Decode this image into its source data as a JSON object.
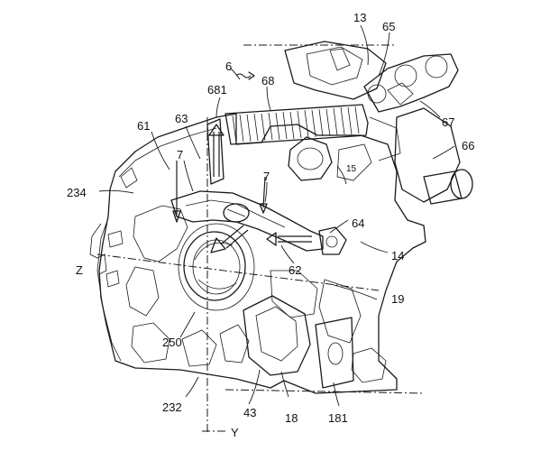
{
  "reference_numerals": {
    "n13": "13",
    "n65": "65",
    "n6": "6",
    "n681": "681",
    "n68": "68",
    "n67": "67",
    "n61": "61",
    "n63": "63",
    "n66": "66",
    "n7a": "7",
    "n7b": "7",
    "n15": "15",
    "n234": "234",
    "n64": "64",
    "n14": "14",
    "n62": "62",
    "n19": "19",
    "n250": "250",
    "n232": "232",
    "n43": "43",
    "n18": "18",
    "n181": "181"
  },
  "axis_labels": {
    "z": "Z",
    "y": "Y"
  }
}
